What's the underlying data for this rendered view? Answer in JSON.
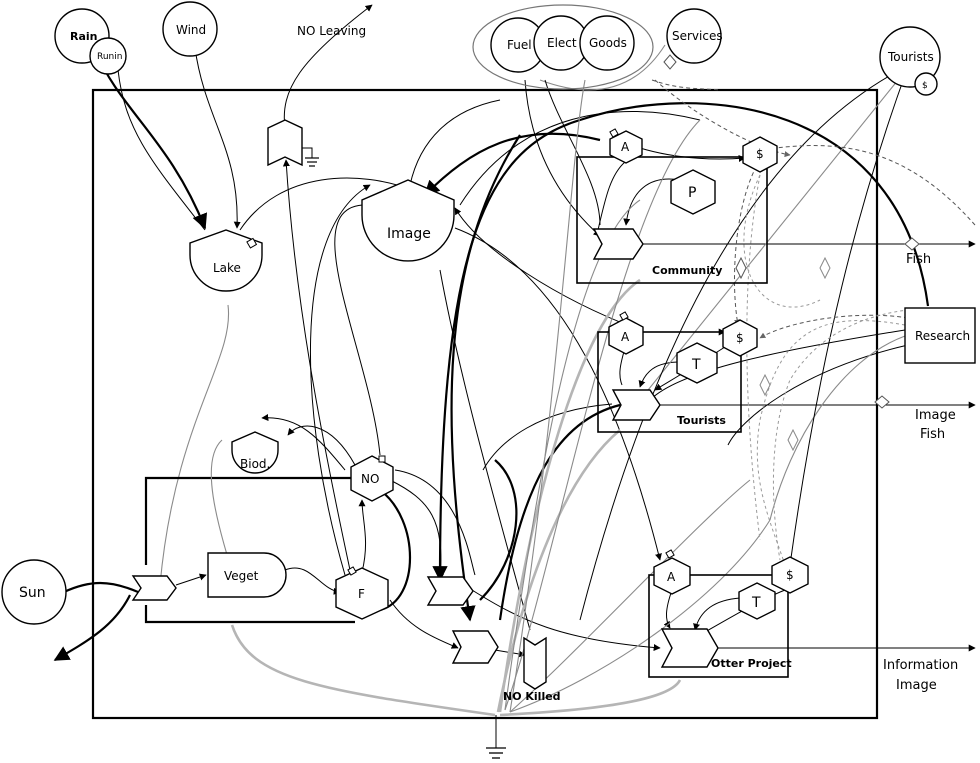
{
  "nodes": {
    "rain": "Rain",
    "runin": "Runin",
    "wind": "Wind",
    "no_leaving": "NO Leaving",
    "fuel": "Fuel",
    "elect": "Elect",
    "goods": "Goods",
    "services": "Services",
    "tourists_source": "Tourists",
    "dollar": "$",
    "sun": "Sun",
    "lake": "Lake",
    "image": "Image",
    "biod": "Biod.",
    "no": "NO",
    "veget": "Veget",
    "f": "F",
    "a": "A",
    "p": "P",
    "t": "T",
    "community": "Community",
    "tourists": "Tourists",
    "otter_project": "Otter Project",
    "research": "Research",
    "no_killed": "NO Killed"
  },
  "outputs": {
    "fish_1": "Fish",
    "image_1": "Image",
    "fish_2": "Fish",
    "information": "Information",
    "image_2": "Image"
  }
}
